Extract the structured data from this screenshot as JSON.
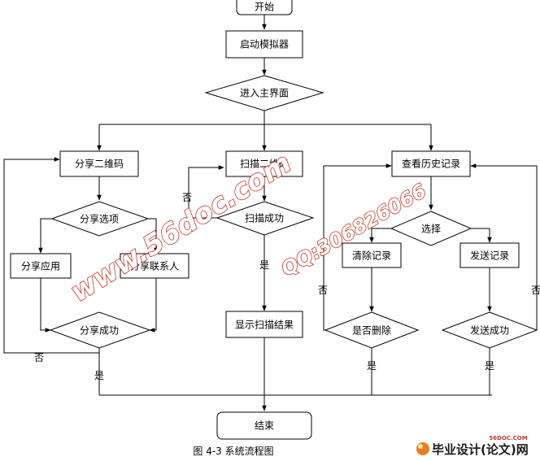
{
  "nodes": {
    "start": "开始",
    "launch": "启动模拟器",
    "main_ui": "进入主界面",
    "share_qr": "分享二维码",
    "scan_qr": "扫描二维码",
    "history": "查看历史记录",
    "share_options": "分享选项",
    "share_app": "分享应用",
    "share_contacts": "分享联系人",
    "share_success": "分享成功",
    "scan_success": "扫描成功",
    "show_result": "显示扫描结果",
    "choose": "选择",
    "clear_records": "清除记录",
    "send_records": "发送记录",
    "delete_ok": "是否删除",
    "send_success": "发送成功",
    "end": "结束"
  },
  "labels": {
    "yes": "是",
    "no": "否"
  },
  "caption": "图 4-3  系统流程图",
  "watermarks": {
    "site": "www.56doc.com",
    "qq": "QQ:306826066",
    "footer_small": "56DOC.COM",
    "footer_brand": "毕业设计(论文)网"
  }
}
